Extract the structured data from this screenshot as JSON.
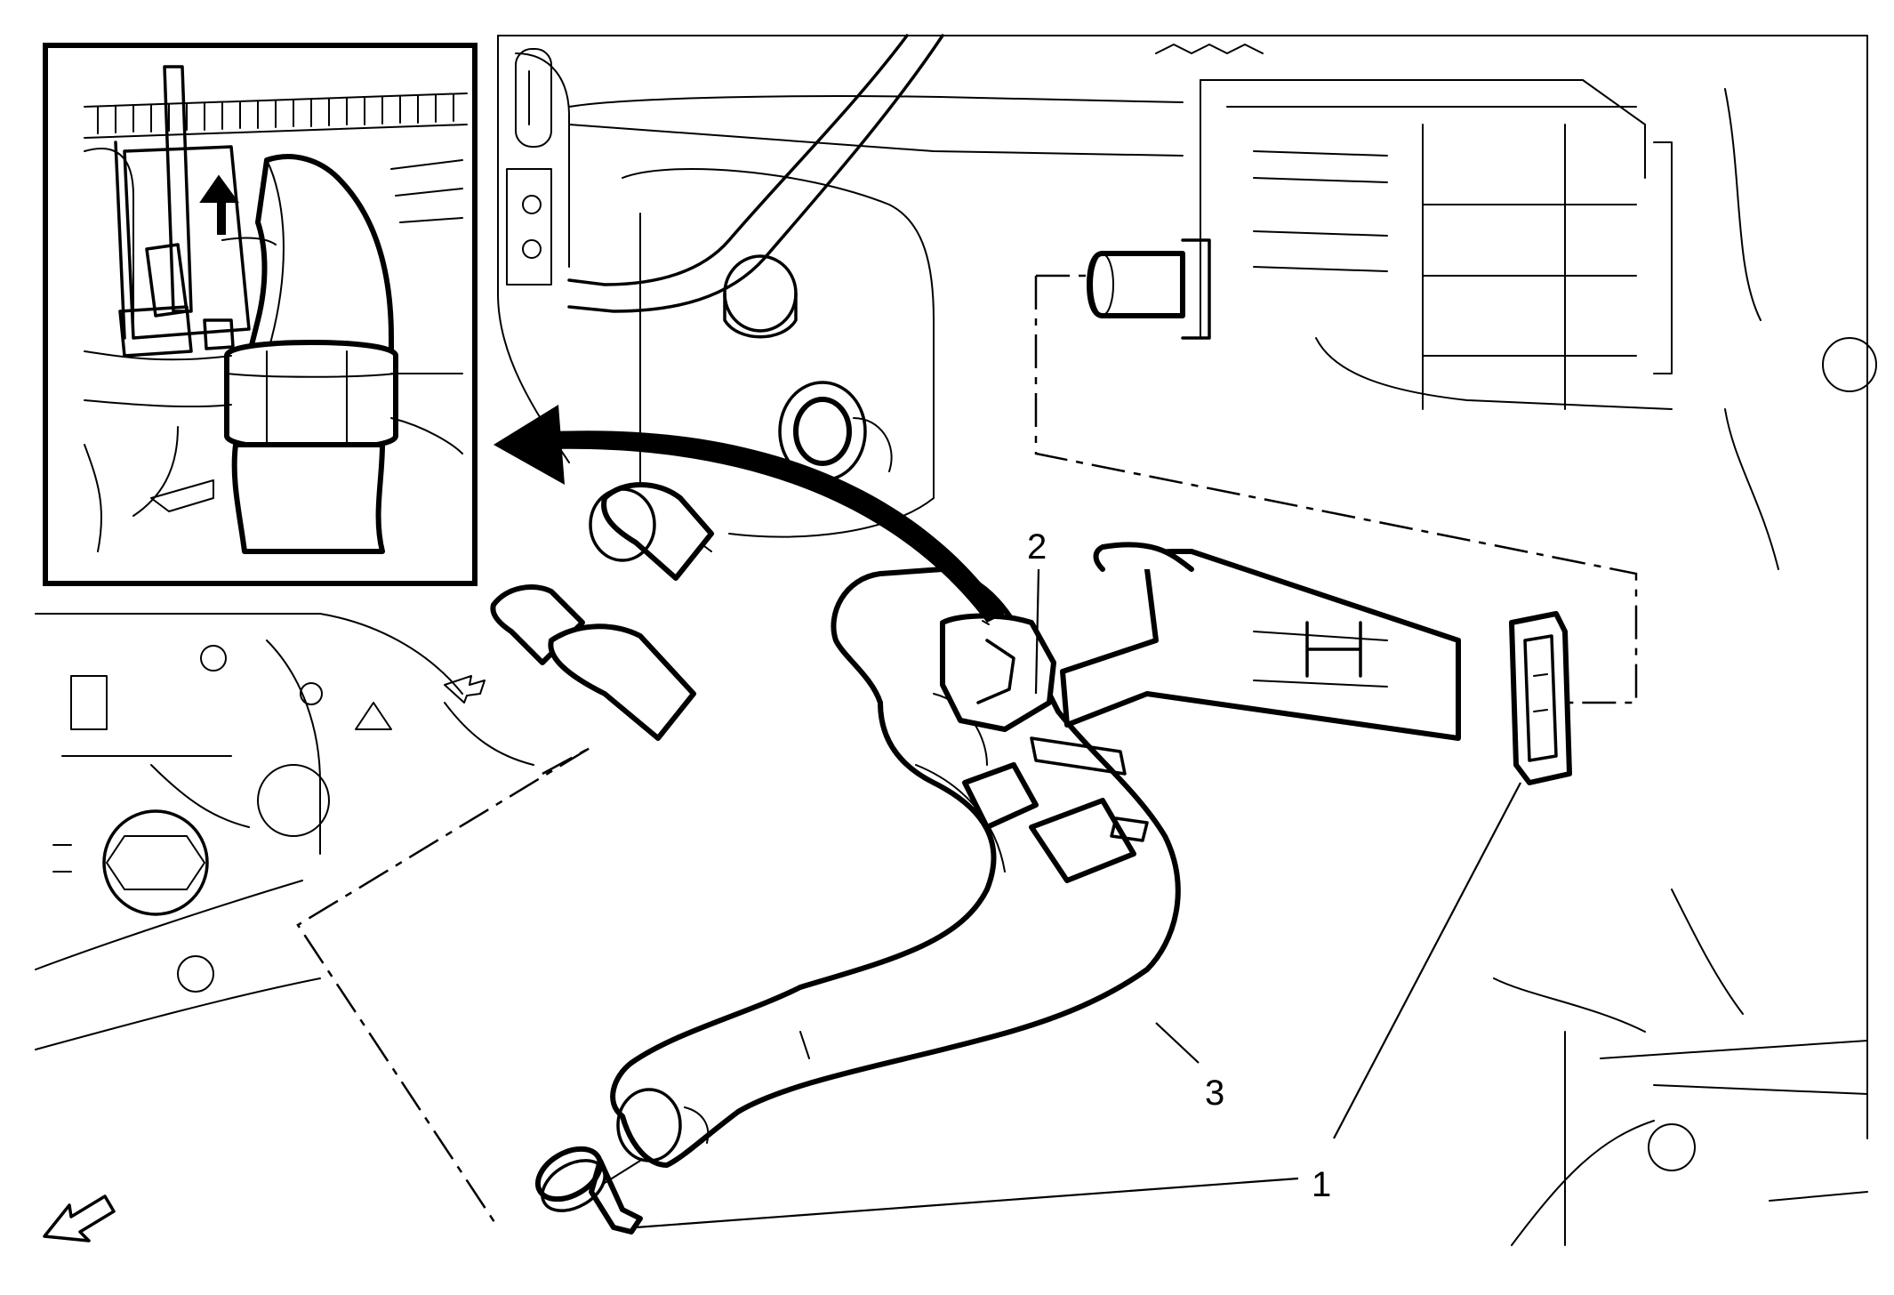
{
  "diagram": {
    "callouts": [
      {
        "id": "1",
        "label": "1"
      },
      {
        "id": "2",
        "label": "2"
      },
      {
        "id": "3",
        "label": "3"
      }
    ],
    "inset": {
      "direction_arrow": "up-arrow-icon"
    },
    "view_orientation_icon": "front-view-arrow-icon",
    "colors": {
      "line": "#000000",
      "background": "#ffffff"
    }
  }
}
